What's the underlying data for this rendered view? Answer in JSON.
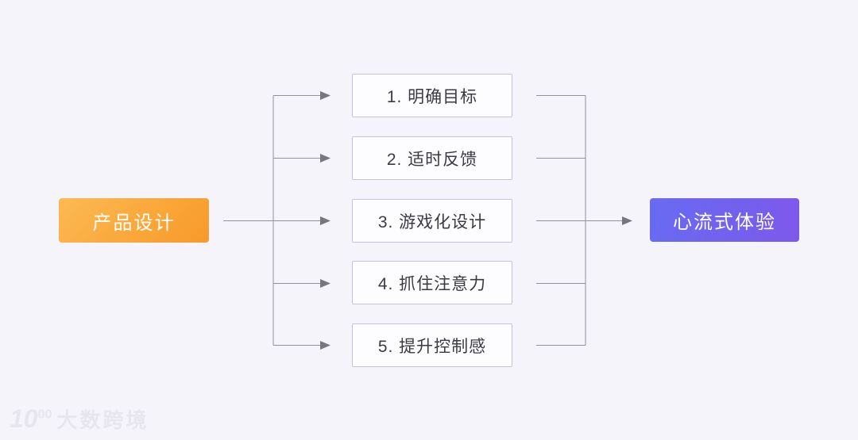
{
  "diagram": {
    "source": {
      "label": "产品设计"
    },
    "target": {
      "label": "心流式体验"
    },
    "steps": [
      {
        "label": "1. 明确目标"
      },
      {
        "label": "2. 适时反馈"
      },
      {
        "label": "3. 游戏化设计"
      },
      {
        "label": "4. 抓住注意力"
      },
      {
        "label": "5. 提升控制感"
      }
    ],
    "colors": {
      "background": "#F5F4FA",
      "source_gradient_start": "#FCBA55",
      "source_gradient_end": "#F8992B",
      "target_gradient_start": "#686BF2",
      "target_gradient_end": "#7E58EB",
      "step_background": "#FDFDFF",
      "step_border": "#C5C3DF",
      "step_text": "#3A3A44",
      "node_text": "#FFFFFF",
      "line": "#90919C",
      "arrowhead": "#75767F"
    }
  },
  "watermark": {
    "logo_number": "10",
    "logo_superscript": "00",
    "text": "大数跨境"
  }
}
